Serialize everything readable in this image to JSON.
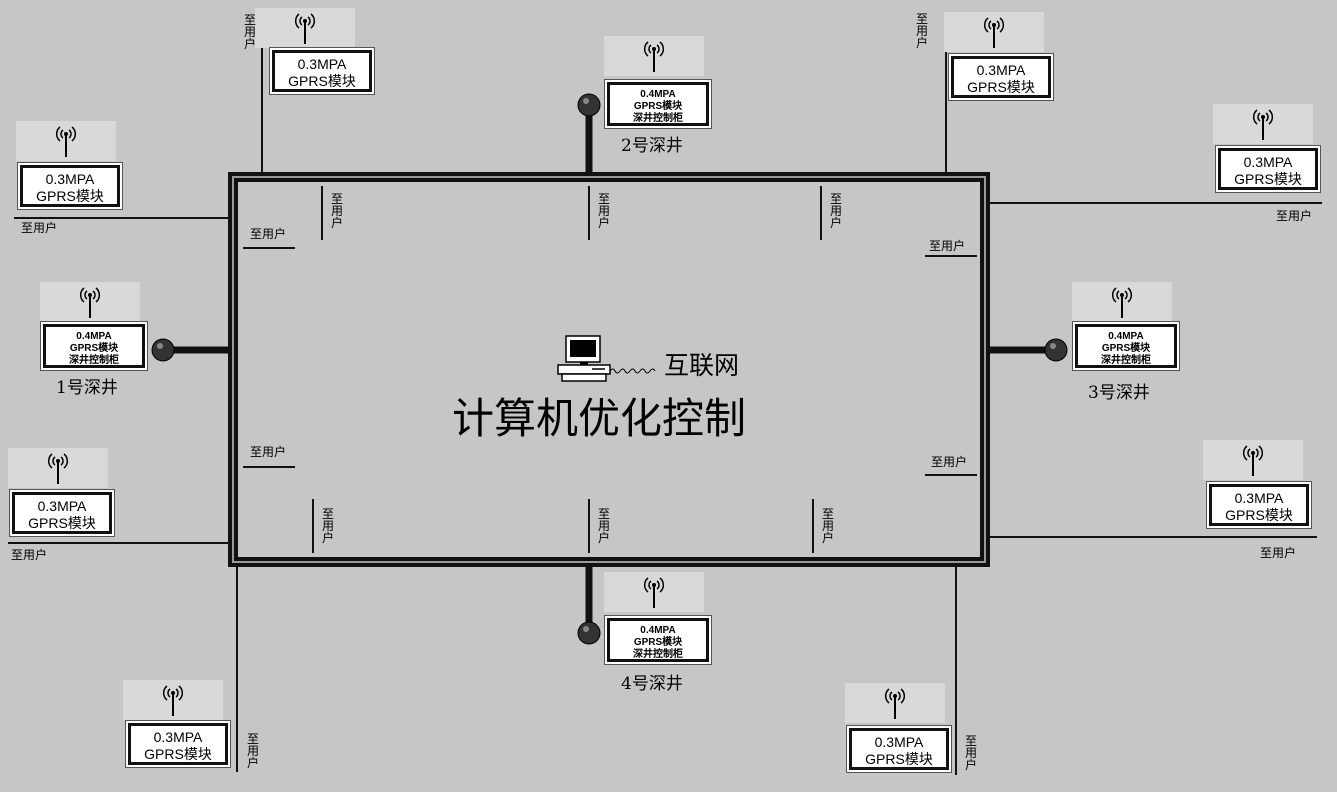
{
  "title": "计算机优化控制",
  "internet_label": "互联网",
  "user_label": "至用户",
  "user_label_vertical": [
    "至",
    "用",
    "户"
  ],
  "pressure_module": {
    "line1": "0.3MPA",
    "line2": "GPRS模块"
  },
  "well_module": {
    "line1": "0.4MPA",
    "line2": "GPRS模块",
    "line3": "深井控制柜"
  },
  "wells": [
    "1号深井",
    "2号深井",
    "3号深井",
    "4号深井"
  ],
  "icons": [
    "antenna-icon",
    "computer-icon"
  ],
  "colors": {
    "background": "#c6c6c6",
    "pipe": "#111111",
    "box": "#ffffff"
  }
}
